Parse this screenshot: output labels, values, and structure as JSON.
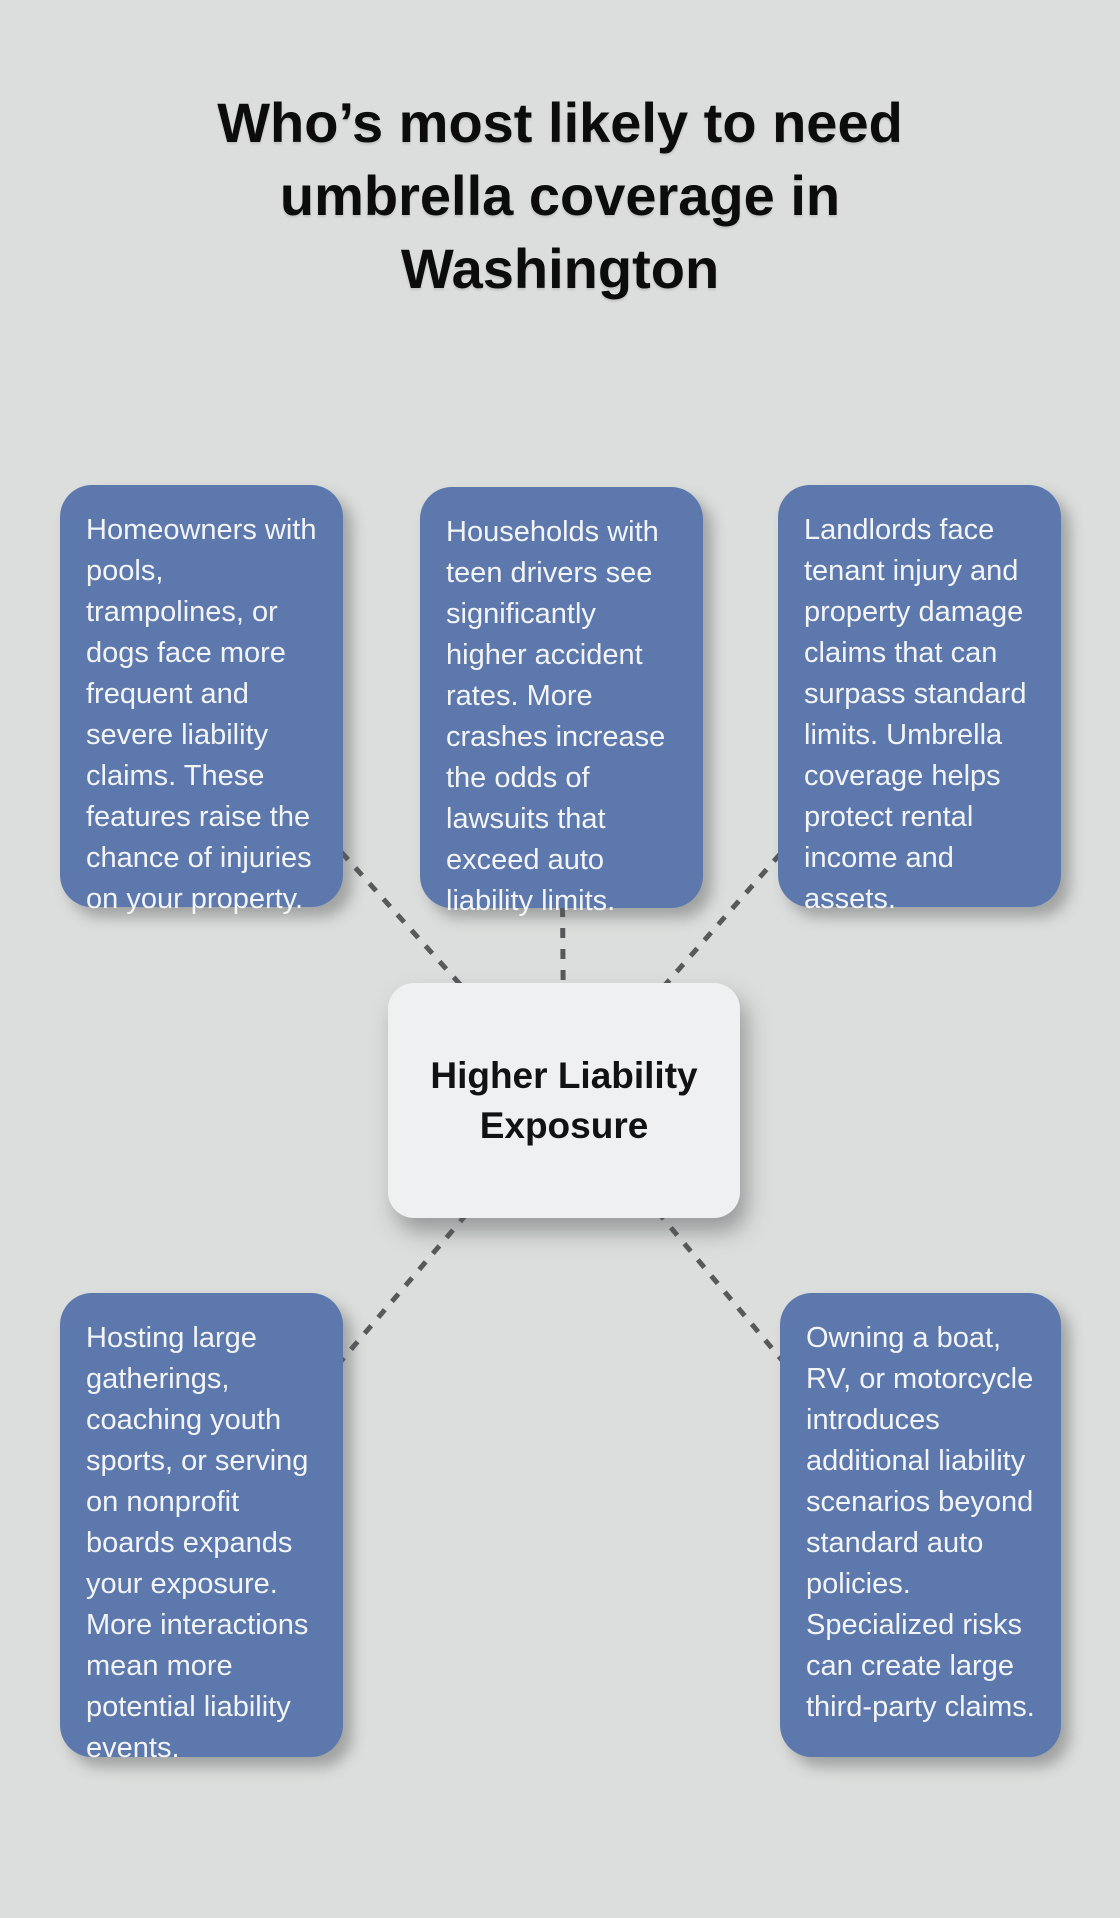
{
  "page": {
    "background_color": "#dcdedd"
  },
  "title": {
    "text": "Who’s most likely to need umbrella coverage in Washington"
  },
  "center_node": {
    "label": "Higher Liability Exposure",
    "background_color": "#eff0f2",
    "text_color": "#121213"
  },
  "branch_nodes": [
    {
      "id": "homeowners-pools-trampolines-dogs",
      "position": "top-left",
      "text": "Homeowners with pools, trampolines, or dogs face more frequent and severe liability claims. These features raise the chance of injuries on your property."
    },
    {
      "id": "teen-drivers",
      "position": "top-middle",
      "text": "Households with teen drivers see significantly higher accident rates. More crashes increase the odds of lawsuits that exceed auto liability limits."
    },
    {
      "id": "landlords",
      "position": "top-right",
      "text": "Landlords face tenant injury and property damage claims that can surpass standard limits. Umbrella coverage helps protect rental income and assets."
    },
    {
      "id": "community-involvement",
      "position": "bottom-left",
      "text": "Hosting large gatherings, coaching youth sports, or serving on nonprofit boards expands your exposure. More interactions mean more potential liability events."
    },
    {
      "id": "boat-rv-motorcycle",
      "position": "bottom-right",
      "text": "Owning a boat, RV, or motorcycle introduces additional liability scenarios beyond standard auto policies. Specialized risks can create large third-party claims."
    }
  ],
  "colors": {
    "branch_node_background": "#5c78ac",
    "branch_node_text": "#f3f4f6",
    "connector_dash": "#58595a",
    "title_text": "#0c0c0d"
  }
}
